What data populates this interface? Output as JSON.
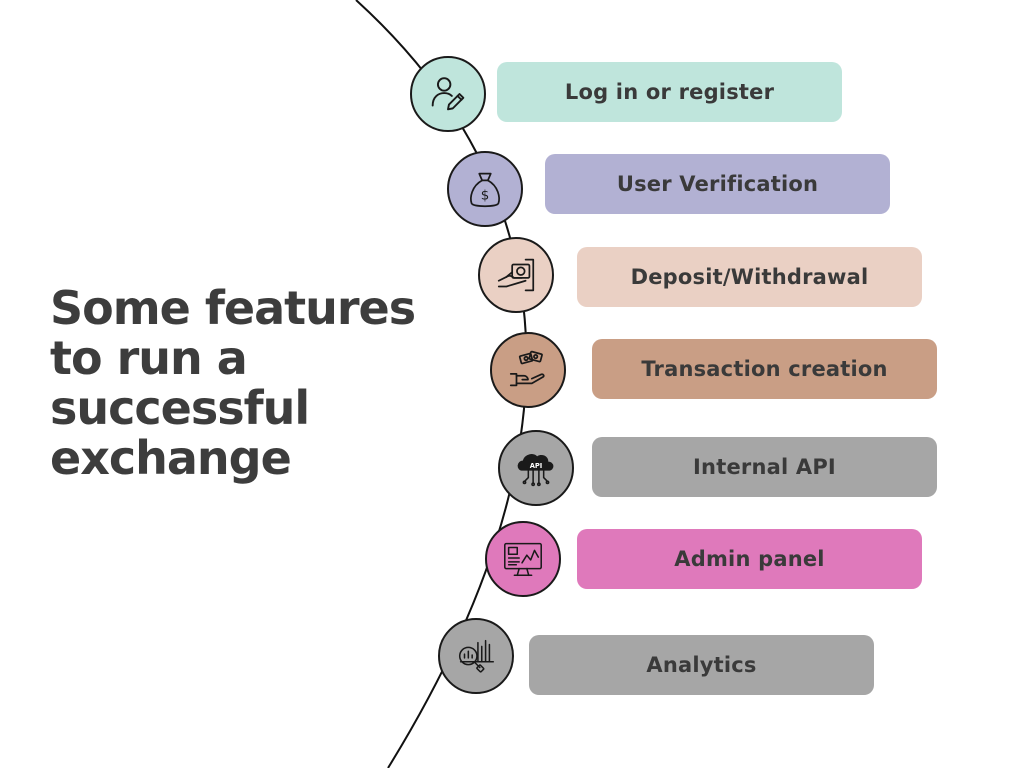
{
  "headline": {
    "line1": "Some features",
    "line2": "to run a",
    "line3": "successful",
    "line4": "exchange"
  },
  "steps": [
    {
      "label": "Log in or register",
      "color": "#bfe5dc",
      "icon": "user-edit-icon"
    },
    {
      "label": "User Verification",
      "color": "#b2b1d3",
      "icon": "money-bag-icon"
    },
    {
      "label": "Deposit/Withdrawal",
      "color": "#ead0c4",
      "icon": "cash-atm-icon"
    },
    {
      "label": "Transaction creation",
      "color": "#c99e85",
      "icon": "hand-money-icon"
    },
    {
      "label": "Internal API",
      "color": "#a6a6a6",
      "icon": "api-cloud-icon"
    },
    {
      "label": "Admin panel",
      "color": "#df79bb",
      "icon": "monitor-dashboard-icon"
    },
    {
      "label": "Analytics",
      "color": "#a6a6a6",
      "icon": "analytics-magnifier-icon"
    }
  ]
}
